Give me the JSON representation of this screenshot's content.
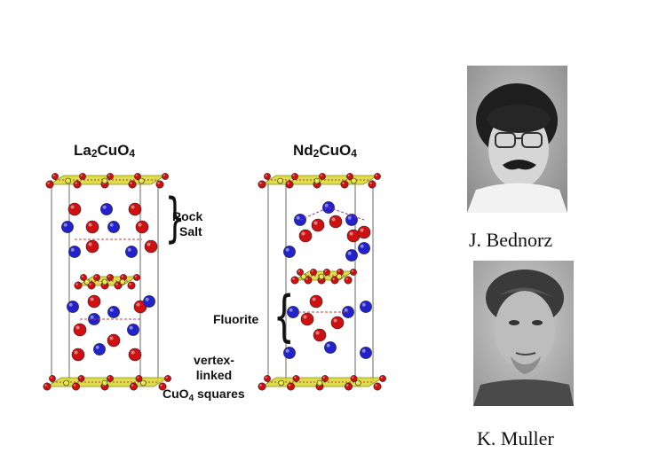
{
  "structures": [
    {
      "formula_base_1": "La",
      "sub_1": "2",
      "formula_base_2": "CuO",
      "sub_2": "4"
    },
    {
      "formula_base_1": "Nd",
      "sub_1": "2",
      "formula_base_2": "CuO",
      "sub_2": "4"
    }
  ],
  "annotations": {
    "rock_salt_1": "Rock",
    "rock_salt_2": "Salt",
    "fluorite": "Fluorite",
    "vertex_1": "vertex-",
    "vertex_2": "linked",
    "cuo4_base": "CuO",
    "cuo4_sub": "4",
    "cuo4_tail": " squares"
  },
  "people": [
    {
      "name": "J. Bednorz"
    },
    {
      "name": "K. Muller"
    }
  ],
  "colors": {
    "oxygen": "#d01010",
    "metal": "#2222cc",
    "square": "#d8d82a",
    "copper": "#e8e840"
  }
}
